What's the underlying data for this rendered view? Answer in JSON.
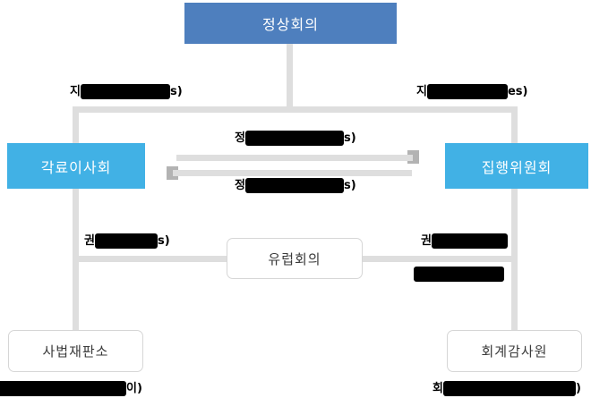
{
  "diagram": {
    "title_note": "EU institutions relationship diagram (Korean), several labels redacted with black bars",
    "nodes": {
      "summit": {
        "label": "정상회의"
      },
      "council": {
        "label": "각료이사회"
      },
      "commission": {
        "label": "집행위원회"
      },
      "european_council": {
        "label": "유럽회의"
      },
      "court_of_justice": {
        "label": "사법재판소"
      },
      "court_of_auditors": {
        "label": "회계감사원"
      }
    },
    "labels": {
      "branch_left": {
        "prefix": "지",
        "suffix": "s)",
        "redacted": true
      },
      "branch_right": {
        "prefix": "지",
        "suffix": "es)",
        "redacted": true
      },
      "arrow_top": {
        "prefix": "정",
        "suffix": "s)",
        "redacted": true
      },
      "arrow_bottom": {
        "prefix": "정",
        "suffix": "s)",
        "redacted": true
      },
      "powers_left": {
        "prefix": "권",
        "suffix": "s)",
        "redacted": true
      },
      "powers_right_line1": {
        "prefix": "권",
        "suffix": "",
        "redacted": true
      },
      "powers_right_line2": {
        "prefix": "",
        "suffix": "",
        "redacted": true
      },
      "bottom_left": {
        "prefix": "",
        "suffix": "이)",
        "redacted": true
      },
      "bottom_right": {
        "prefix": "회",
        "suffix": ")",
        "redacted": true
      }
    },
    "colors": {
      "summit_box": "#4e7fbe",
      "side_box": "#41b1e5",
      "connector": "#dedede",
      "arrow_head": "#b3b3b3",
      "box_border": "#d6d6d6",
      "redaction": "#000000"
    }
  }
}
